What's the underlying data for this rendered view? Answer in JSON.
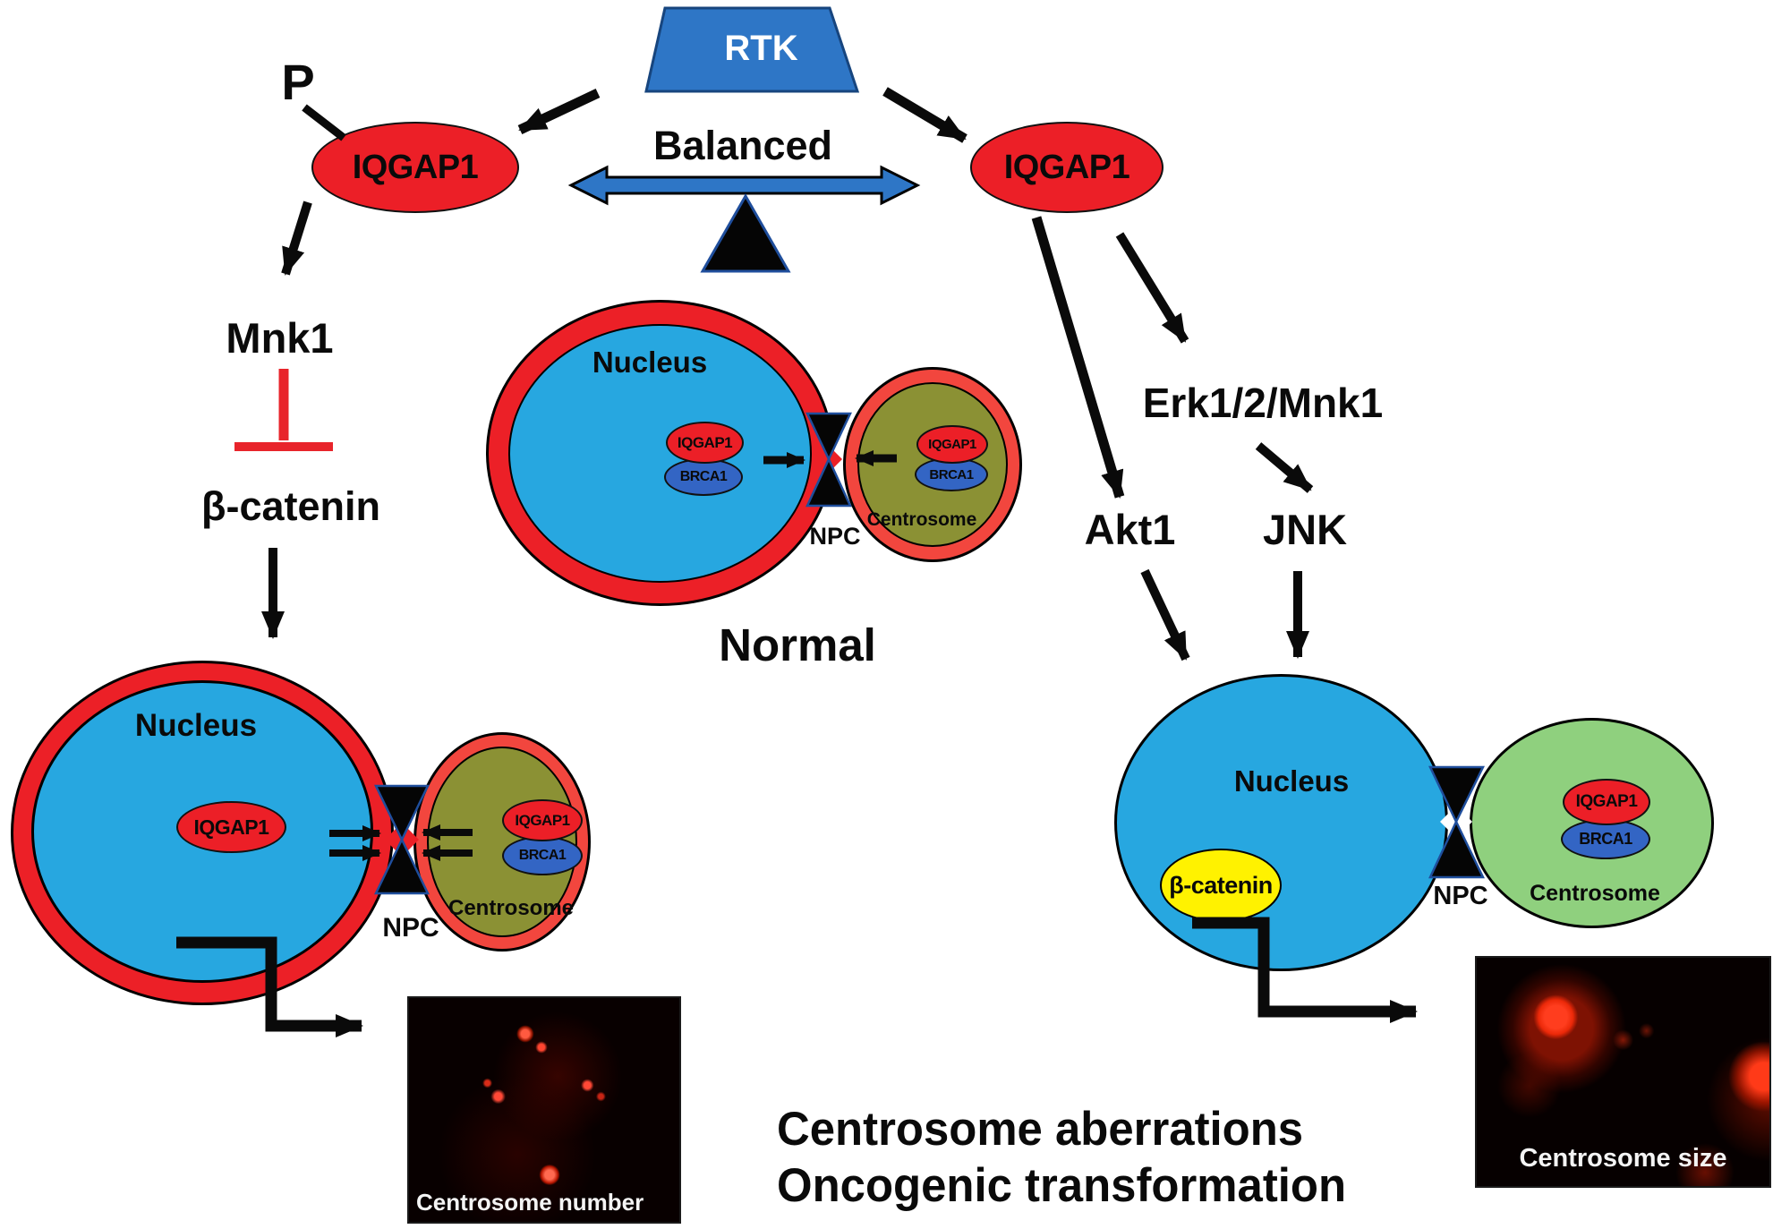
{
  "title_area": {
    "rtk": "RTK",
    "phospho": "P",
    "balanced": "Balanced",
    "iqgap1_left": "IQGAP1",
    "iqgap1_right": "IQGAP1"
  },
  "left_pathway": {
    "mnk1": "Mnk1",
    "beta_catenin": "β-catenin"
  },
  "right_pathway": {
    "erk": "Erk1/2/Mnk1",
    "akt1": "Akt1",
    "jnk": "JNK"
  },
  "normal_cell": {
    "nucleus": "Nucleus",
    "iqgap1": "IQGAP1",
    "brca1": "BRCA1",
    "npc": "NPC",
    "centrosome": "Centrosome",
    "centrosome_iqgap1": "IQGAP1",
    "centrosome_brca1": "BRCA1",
    "caption": "Normal"
  },
  "aberrant_left_cell": {
    "nucleus": "Nucleus",
    "iqgap1": "IQGAP1",
    "npc": "NPC",
    "centrosome": "Centrosome",
    "centrosome_iqgap1": "IQGAP1",
    "centrosome_brca1": "BRCA1"
  },
  "aberrant_right_cell": {
    "nucleus": "Nucleus",
    "beta_catenin": "β-catenin",
    "npc": "NPC",
    "centrosome": "Centrosome",
    "centrosome_iqgap1": "IQGAP1",
    "centrosome_brca1": "BRCA1"
  },
  "micrographs": {
    "number_label": "Centrosome number",
    "size_label": "Centrosome size"
  },
  "outcome": {
    "line1": "Centrosome aberrations",
    "line2": "Oncogenic transformation"
  },
  "colors": {
    "red": "#EC1F27",
    "ring_red": "#EC2027",
    "centrosome_ring": "#F2463E",
    "nucleus_blue": "#27A7E0",
    "olive": "#8B9134",
    "green": "#8FD07E",
    "brca_blue": "#3365C4",
    "yellow": "#FFF200",
    "rtk_blue": "#2E76C6",
    "navy": "#1F4E9C",
    "inhibit_red": "#E8242B"
  }
}
